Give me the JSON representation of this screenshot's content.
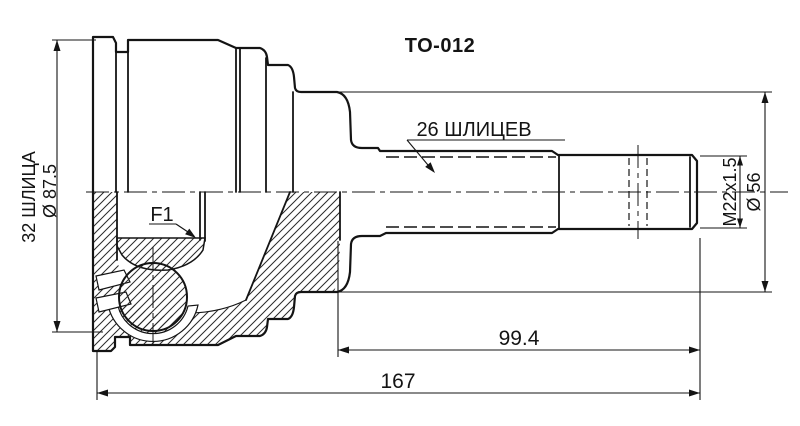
{
  "drawing": {
    "part_number": "TO-012",
    "labels": {
      "shaft_splines": "26 ШЛИЦЕВ",
      "hub_splines": "32 ШЛИЦА",
      "outer_diameter": "Ø 87.5",
      "ring_ref": "F1",
      "thread_spec": "M22x1.5",
      "boot_land_diameter": "Ø 56"
    },
    "dimensions": {
      "shaft_length": "99.4",
      "overall_length": "167"
    },
    "colors": {
      "line": "#141414",
      "background": "#ffffff"
    }
  }
}
